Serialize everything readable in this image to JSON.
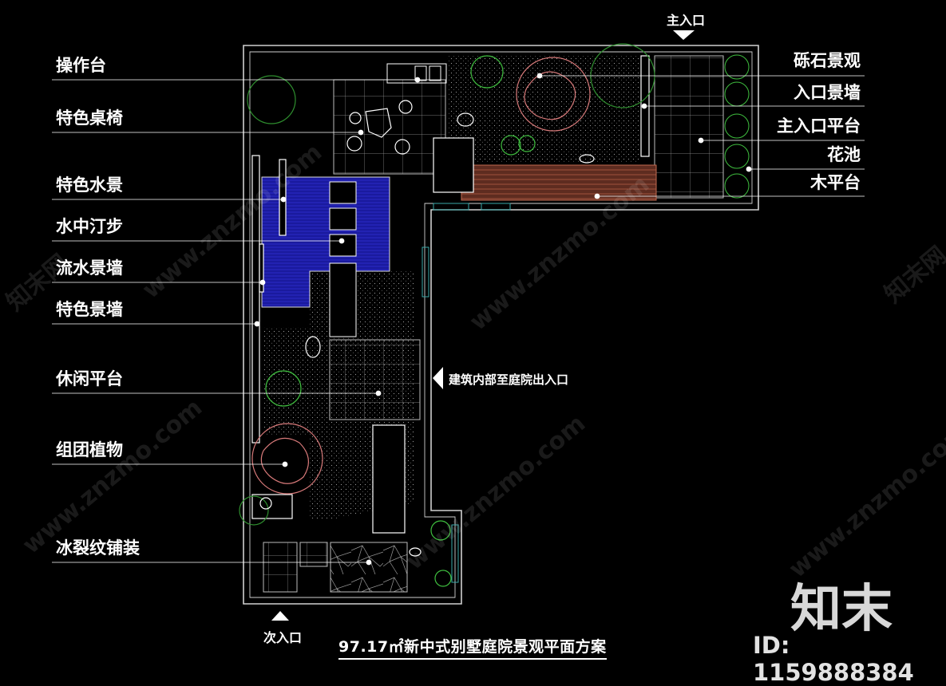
{
  "labels_left": [
    {
      "id": "cao-zuo-tai",
      "text": "操作台"
    },
    {
      "id": "te-se-zhuo-yi",
      "text": "特色桌椅"
    },
    {
      "id": "te-se-shui-jing",
      "text": "特色水景"
    },
    {
      "id": "shui-zhong-ting-bu",
      "text": "水中汀步"
    },
    {
      "id": "liu-shui-jing-qiang",
      "text": "流水景墙"
    },
    {
      "id": "te-se-jing-qiang",
      "text": "特色景墙"
    },
    {
      "id": "xiu-xian-ping-tai",
      "text": "休闲平台"
    },
    {
      "id": "zu-tuan-zhi-wu",
      "text": "组团植物"
    },
    {
      "id": "bing-lie-wen-pu-zhuang",
      "text": "冰裂纹铺装"
    }
  ],
  "labels_right": [
    {
      "id": "li-shi-jing-guan",
      "text": "砾石景观"
    },
    {
      "id": "ru-kou-jing-qiang",
      "text": "入口景墙"
    },
    {
      "id": "zhu-ru-kou-ping-tai",
      "text": "主入口平台"
    },
    {
      "id": "hua-chi",
      "text": "花池"
    },
    {
      "id": "mu-ping-tai",
      "text": "木平台"
    }
  ],
  "annotations": {
    "main_entrance": "主入口",
    "secondary_entrance": "次入口",
    "building_exit": "建筑内部至庭院出入口"
  },
  "title": "97.17㎡新中式别墅庭院景观平面方案",
  "watermark": {
    "site": "www.znzmo.com",
    "brand": "知末网",
    "logo": "知末",
    "image_id": "ID: 1159888384"
  },
  "colors": {
    "background": "#000000",
    "water": "#1a1a9e",
    "deck": "#7a3b2a",
    "tree_pink": "#d87a7a",
    "plant_green": "#3fbf3f",
    "line": "#ffffff"
  }
}
